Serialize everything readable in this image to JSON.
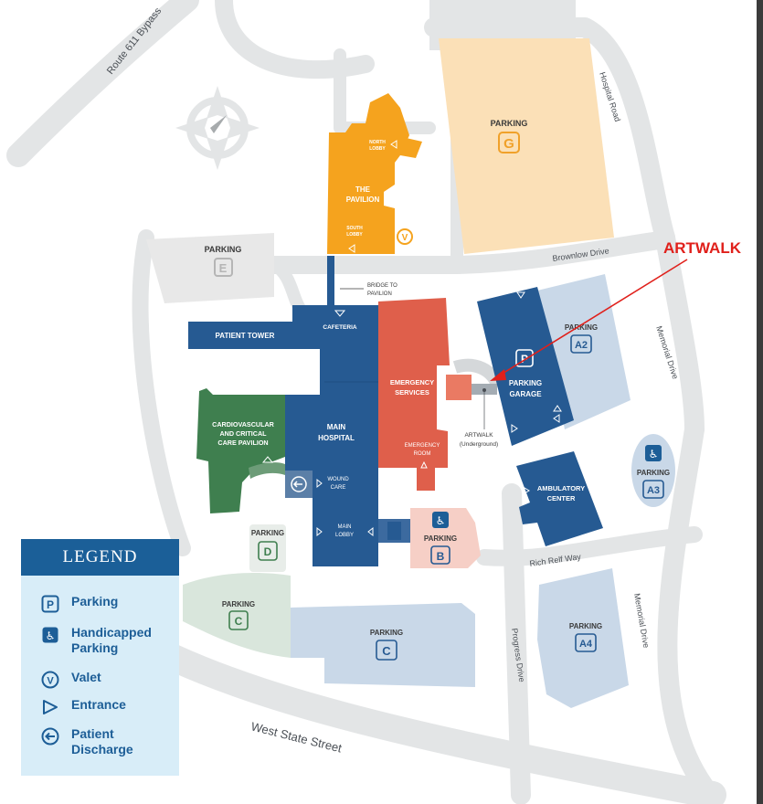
{
  "map": {
    "colors": {
      "road": "#e3e5e6",
      "navy": "#265a92",
      "orange": "#f5a31e",
      "red": "#df5f4b",
      "green": "#3f7f4f",
      "light_blue": "#c9d8e8",
      "peach": "#fbe0b7",
      "pink": "#f6cfc6",
      "gray_lot": "#e8e8e8",
      "legend_bg": "#d8edf8",
      "legend_header": "#1b5f98",
      "annotation": "#e0201b"
    },
    "roads": {
      "route_611": "Route 611 Bypass",
      "hospital_road": "Hospital Road",
      "brownlow": "Brownlow Drive",
      "memorial_1": "Memorial Drive",
      "memorial_2": "Memorial Drive",
      "rich_relf": "Rich Relf Way",
      "progress": "Progress Drive",
      "west_state": "West State Street"
    },
    "buildings": {
      "pavilion": [
        "THE",
        "PAVILION"
      ],
      "north_lobby": [
        "NORTH",
        "LOBBY"
      ],
      "south_lobby": [
        "SOUTH",
        "LOBBY"
      ],
      "bridge": [
        "BRIDGE TO",
        "PAVILION"
      ],
      "patient_tower": "PATIENT TOWER",
      "cafeteria": "CAFETERIA",
      "emergency_services": [
        "EMERGENCY",
        "SERVICES"
      ],
      "emergency_room": [
        "EMERGENCY",
        "ROOM"
      ],
      "cardio": [
        "CARDIOVASCULAR",
        "AND CRITICAL",
        "CARE PAVILION"
      ],
      "main_hospital": [
        "MAIN",
        "HOSPITAL"
      ],
      "wound_care": [
        "WOUND",
        "CARE"
      ],
      "main_lobby": [
        "MAIN",
        "LOBBY"
      ],
      "parking_garage": [
        "PARKING",
        "GARAGE"
      ],
      "ambulatory": [
        "AMBULATORY",
        "CENTER"
      ],
      "artwalk_small": [
        "ARTWALK",
        "(Underground)"
      ]
    },
    "parking": {
      "word": "PARKING",
      "g": "G",
      "e": "E",
      "p": "P",
      "a2": "A2",
      "a3": "A3",
      "a4": "A4",
      "b": "B",
      "c": "C",
      "d": "D",
      "v": "V"
    },
    "annotation": {
      "label": "ARTWALK"
    }
  },
  "legend": {
    "title": "LEGEND",
    "items": [
      {
        "icon": "parking-icon",
        "glyph": "P",
        "label": "Parking"
      },
      {
        "icon": "handicapped-icon",
        "glyph": "♿",
        "label": "Handicapped\nParking"
      },
      {
        "icon": "valet-icon",
        "glyph": "V",
        "label": "Valet"
      },
      {
        "icon": "entrance-icon",
        "glyph": "▷",
        "label": "Entrance"
      },
      {
        "icon": "patient-discharge-icon",
        "glyph": "←",
        "label": "Patient\nDischarge"
      }
    ]
  }
}
